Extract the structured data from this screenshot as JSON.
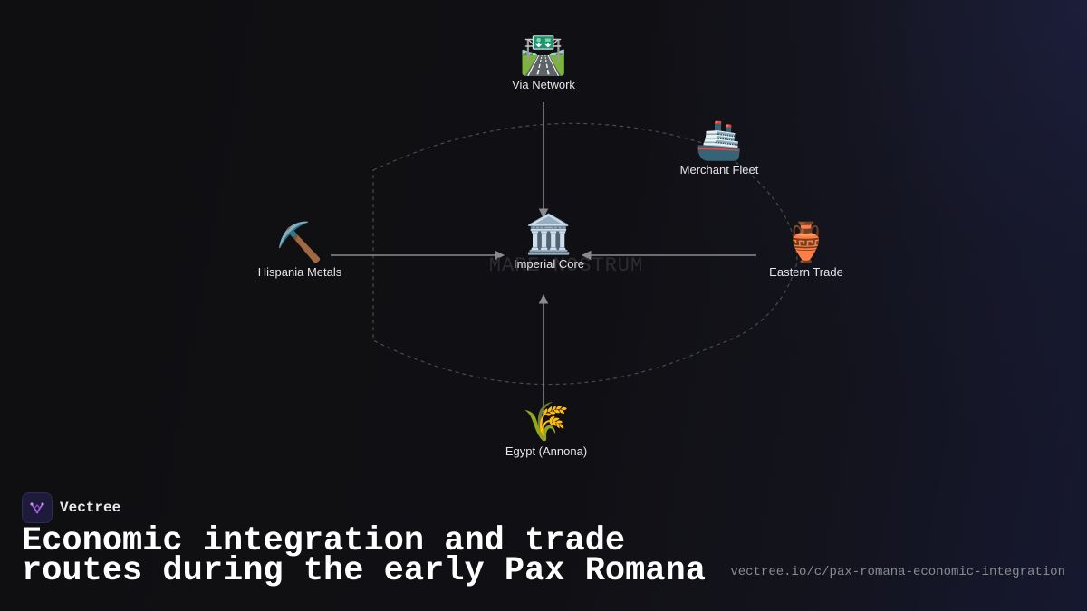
{
  "diagram": {
    "center": {
      "label": "Imperial Core",
      "icon": "🏛️",
      "icon_name": "classical-building-icon"
    },
    "region_label": "MARE NOSTRUM",
    "nodes": {
      "via_network": {
        "label": "Via Network",
        "icon": "🛣️",
        "icon_name": "motorway-icon"
      },
      "merchant_fleet": {
        "label": "Merchant Fleet",
        "icon": "🚢",
        "icon_name": "ship-icon"
      },
      "hispania_metals": {
        "label": "Hispania Metals",
        "icon": "⛏️",
        "icon_name": "pick-icon"
      },
      "eastern_trade": {
        "label": "Eastern Trade",
        "icon": "🏺",
        "icon_name": "amphora-icon"
      },
      "egypt_annona": {
        "label": "Egypt (Annona)",
        "icon": "🌾",
        "icon_name": "sheaf-of-rice-icon"
      }
    },
    "edges": [
      {
        "from": "Via Network",
        "to": "Imperial Core"
      },
      {
        "from": "Hispania Metals",
        "to": "Imperial Core"
      },
      {
        "from": "Eastern Trade",
        "to": "Imperial Core"
      },
      {
        "from": "Egypt (Annona)",
        "to": "Imperial Core"
      }
    ],
    "colors": {
      "edge": "#8a8a8f",
      "ring": "#4a4a50",
      "background": "#0f0f12"
    }
  },
  "brand": {
    "name": "Vectree",
    "logo_icon": "vectree-logo-icon",
    "accent": "#b066e8"
  },
  "title": "Economic integration and trade routes during the early Pax Romana",
  "url": "vectree.io/c/pax-romana-economic-integration"
}
